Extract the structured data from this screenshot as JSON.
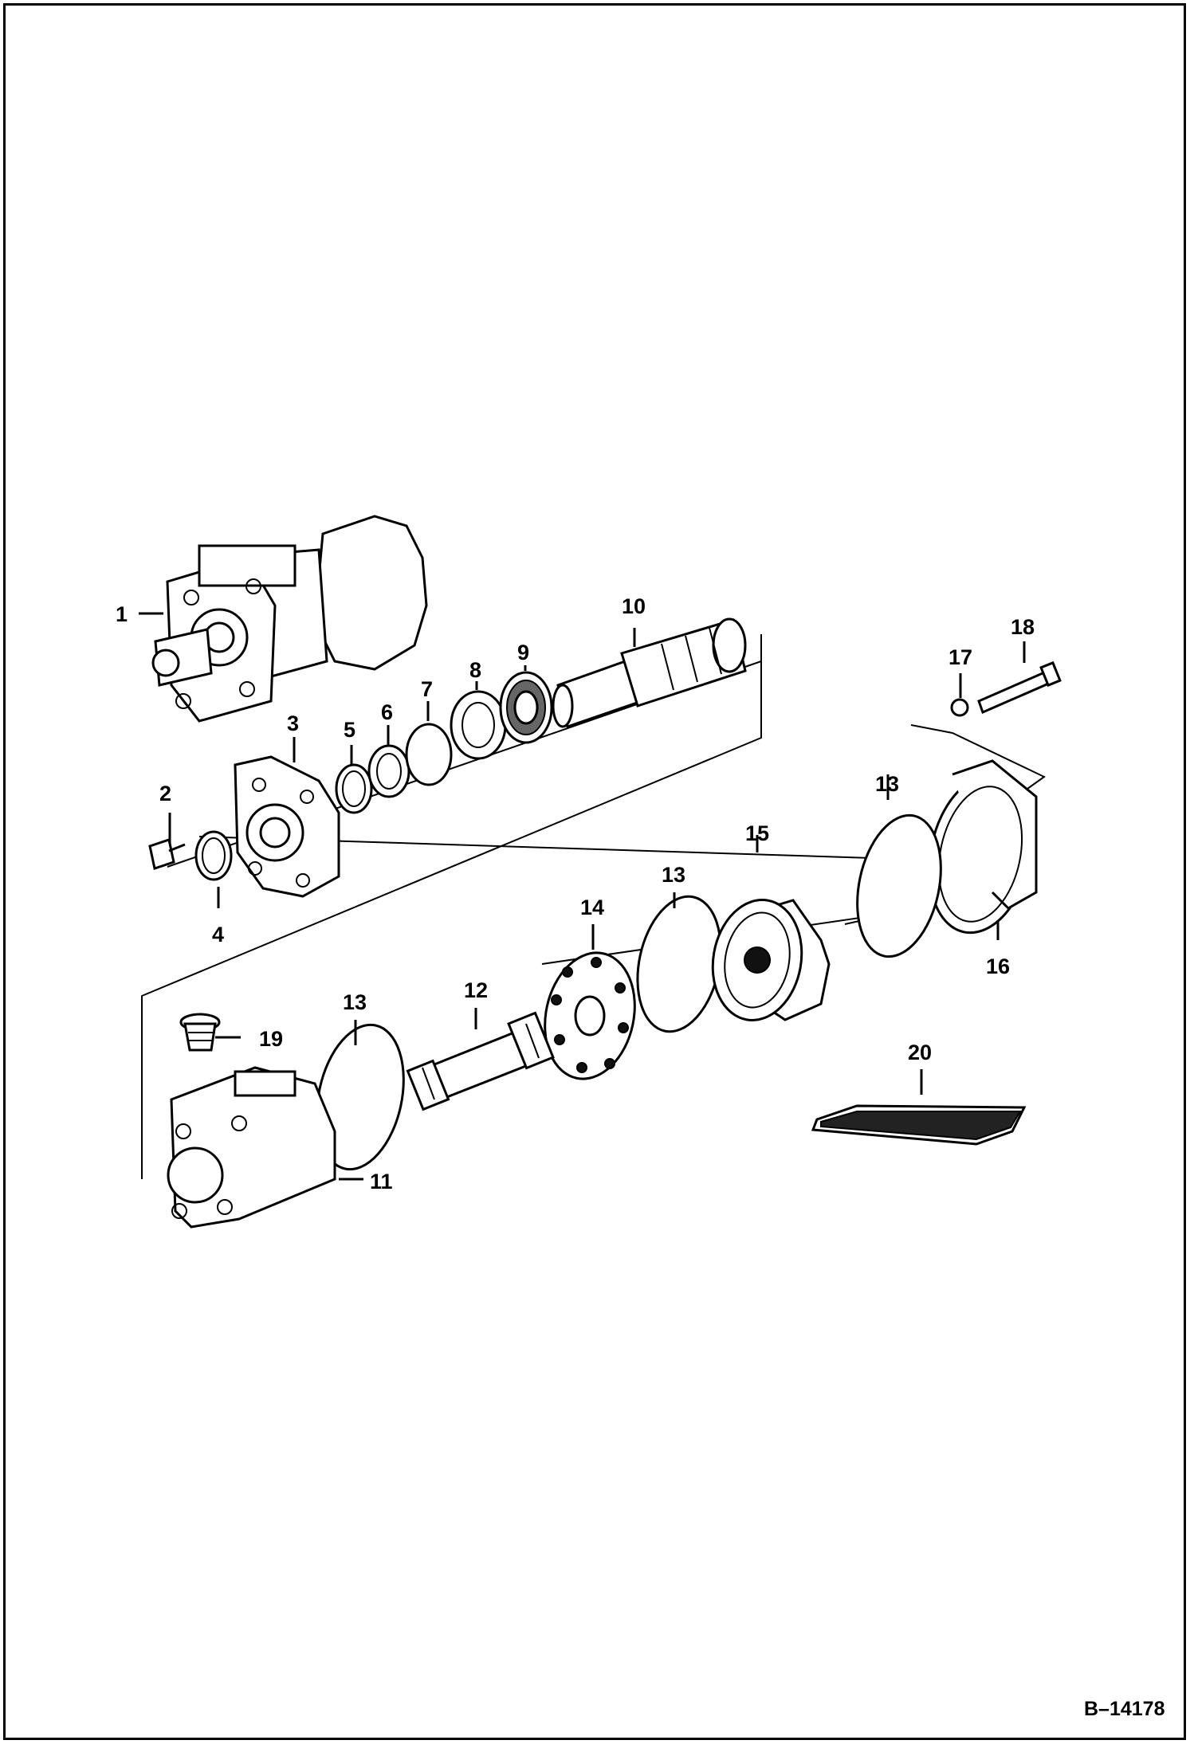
{
  "drawing": {
    "reference_number": "B–14178"
  },
  "callouts": [
    {
      "id": "c1",
      "number": "1"
    },
    {
      "id": "c2",
      "number": "2"
    },
    {
      "id": "c3",
      "number": "3"
    },
    {
      "id": "c4",
      "number": "4"
    },
    {
      "id": "c5",
      "number": "5"
    },
    {
      "id": "c6",
      "number": "6"
    },
    {
      "id": "c7",
      "number": "7"
    },
    {
      "id": "c8",
      "number": "8"
    },
    {
      "id": "c9",
      "number": "9"
    },
    {
      "id": "c10",
      "number": "10"
    },
    {
      "id": "c11",
      "number": "11"
    },
    {
      "id": "c12",
      "number": "12"
    },
    {
      "id": "c13a",
      "number": "13"
    },
    {
      "id": "c13b",
      "number": "13"
    },
    {
      "id": "c13c",
      "number": "13"
    },
    {
      "id": "c14",
      "number": "14"
    },
    {
      "id": "c15",
      "number": "15"
    },
    {
      "id": "c16",
      "number": "16"
    },
    {
      "id": "c17",
      "number": "17"
    },
    {
      "id": "c18",
      "number": "18"
    },
    {
      "id": "c19",
      "number": "19"
    },
    {
      "id": "c20",
      "number": "20"
    }
  ]
}
